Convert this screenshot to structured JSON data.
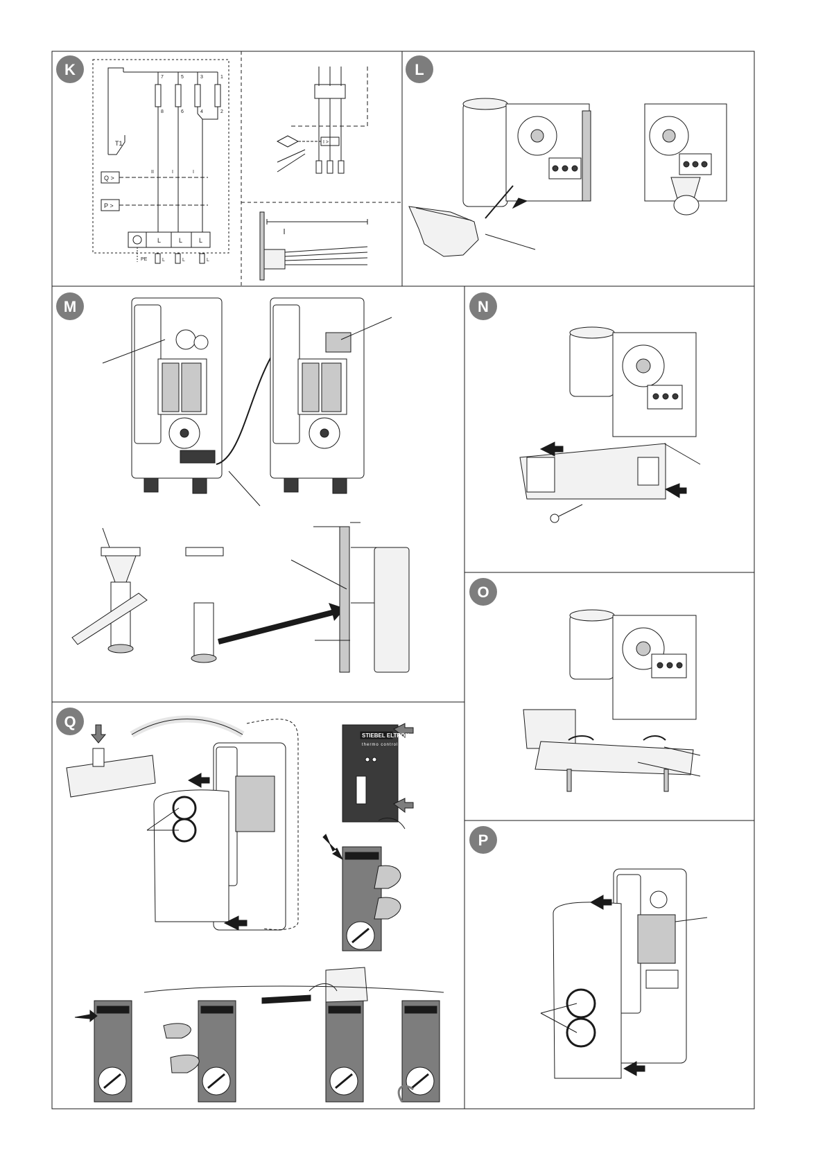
{
  "panels": {
    "k": {
      "letter": "K"
    },
    "l": {
      "letter": "L"
    },
    "m": {
      "letter": "M"
    },
    "n": {
      "letter": "N"
    },
    "o": {
      "letter": "O"
    },
    "p": {
      "letter": "P"
    },
    "q": {
      "letter": "Q"
    }
  },
  "wiring": {
    "top_terminals": [
      "7",
      "5",
      "3",
      "1"
    ],
    "bottom_terminals": [
      "8",
      "6",
      "4",
      "2"
    ],
    "thermal_cutout": "T1",
    "phase_marks": [
      "II",
      "I",
      "I"
    ],
    "flow_switch": "Q >",
    "pressure_switch": "P >",
    "terminal_block": [
      "L",
      "L",
      "L"
    ],
    "earth_label": "PE",
    "supply_labels": [
      "L",
      "L",
      "L"
    ],
    "breaker_label": "I >"
  },
  "product": {
    "brand": "STIEBEL ELTRON",
    "subtitle": "thermo control"
  },
  "colors": {
    "badge": "#7d7d7d",
    "line": "#1a1a1a",
    "fill_light": "#f2f2f2",
    "fill_mid": "#c9c9c9",
    "fill_dark": "#3a3a3a"
  }
}
